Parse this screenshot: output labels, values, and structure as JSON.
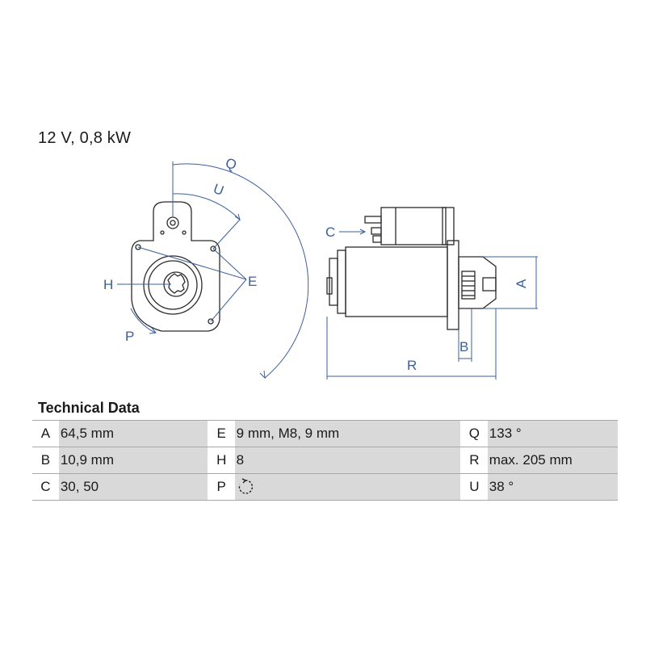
{
  "header": {
    "spec": "12 V, 0,8 kW"
  },
  "drawing": {
    "labels": {
      "q": "Q",
      "u": "U",
      "e": "E",
      "h": "H",
      "p": "P",
      "c": "C",
      "a": "A",
      "b": "B",
      "r": "R"
    },
    "line_color": "#3a5f9a",
    "outline_color": "#2a2a2a"
  },
  "tech_data": {
    "title": "Technical Data",
    "rows": [
      [
        {
          "k": "A",
          "v": "64,5 mm"
        },
        {
          "k": "E",
          "v": "9 mm, M8, 9 mm"
        },
        {
          "k": "Q",
          "v": "133 °"
        }
      ],
      [
        {
          "k": "B",
          "v": "10,9 mm"
        },
        {
          "k": "H",
          "v": "8"
        },
        {
          "k": "R",
          "v": "max. 205 mm"
        }
      ],
      [
        {
          "k": "C",
          "v": "30, 50"
        },
        {
          "k": "P",
          "v": "",
          "icon": "clockwise-rotation-icon"
        },
        {
          "k": "U",
          "v": "38 °"
        }
      ]
    ],
    "cell_color": "#d9d9d9",
    "rule_color": "#a8a8a8"
  }
}
